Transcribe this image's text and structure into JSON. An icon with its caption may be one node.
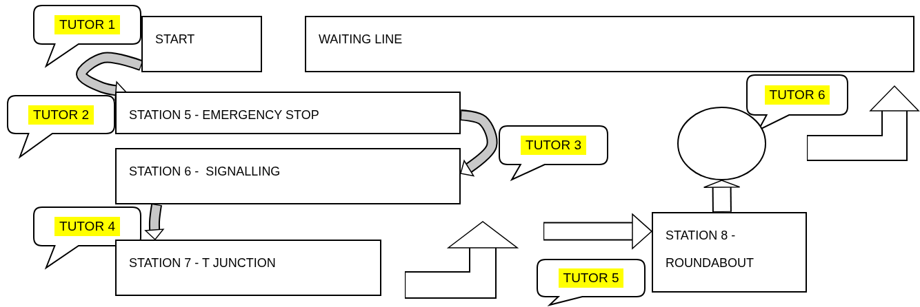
{
  "diagram": {
    "nodes": [
      {
        "text": [
          "TUTOR 1"
        ]
      },
      {
        "text": [
          "START"
        ]
      },
      {
        "text": [
          "WAITING LINE"
        ]
      },
      {
        "text": [
          "TUTOR 2"
        ]
      },
      {
        "text": [
          "STATION 5 - EMERGENCY STOP"
        ]
      },
      {
        "text": [
          "TUTOR 6"
        ]
      },
      {
        "text": [],
        "shape": "circle"
      },
      {
        "text": [
          "TUTOR 3"
        ]
      },
      {
        "text": [
          "STATION 6 -  SIGNALLING"
        ]
      },
      {
        "text": [
          "TUTOR 4"
        ]
      },
      {
        "text": [
          "STATION 7 - T JUNCTION"
        ]
      },
      {
        "text": [
          "STATION 8 - ROUNDABOUT"
        ]
      },
      {
        "text": [
          "TUTOR 5"
        ]
      }
    ],
    "edges": [
      {
        "from": 1,
        "to": 4,
        "arrow": "to"
      },
      {
        "from": 4,
        "to": 8,
        "arrow": "to"
      },
      {
        "from": 8,
        "to": 10,
        "arrow": "to"
      },
      {
        "from": null,
        "to": 11,
        "arrow": "to"
      },
      {
        "from": 11,
        "to": 6,
        "arrow": "to"
      }
    ]
  }
}
